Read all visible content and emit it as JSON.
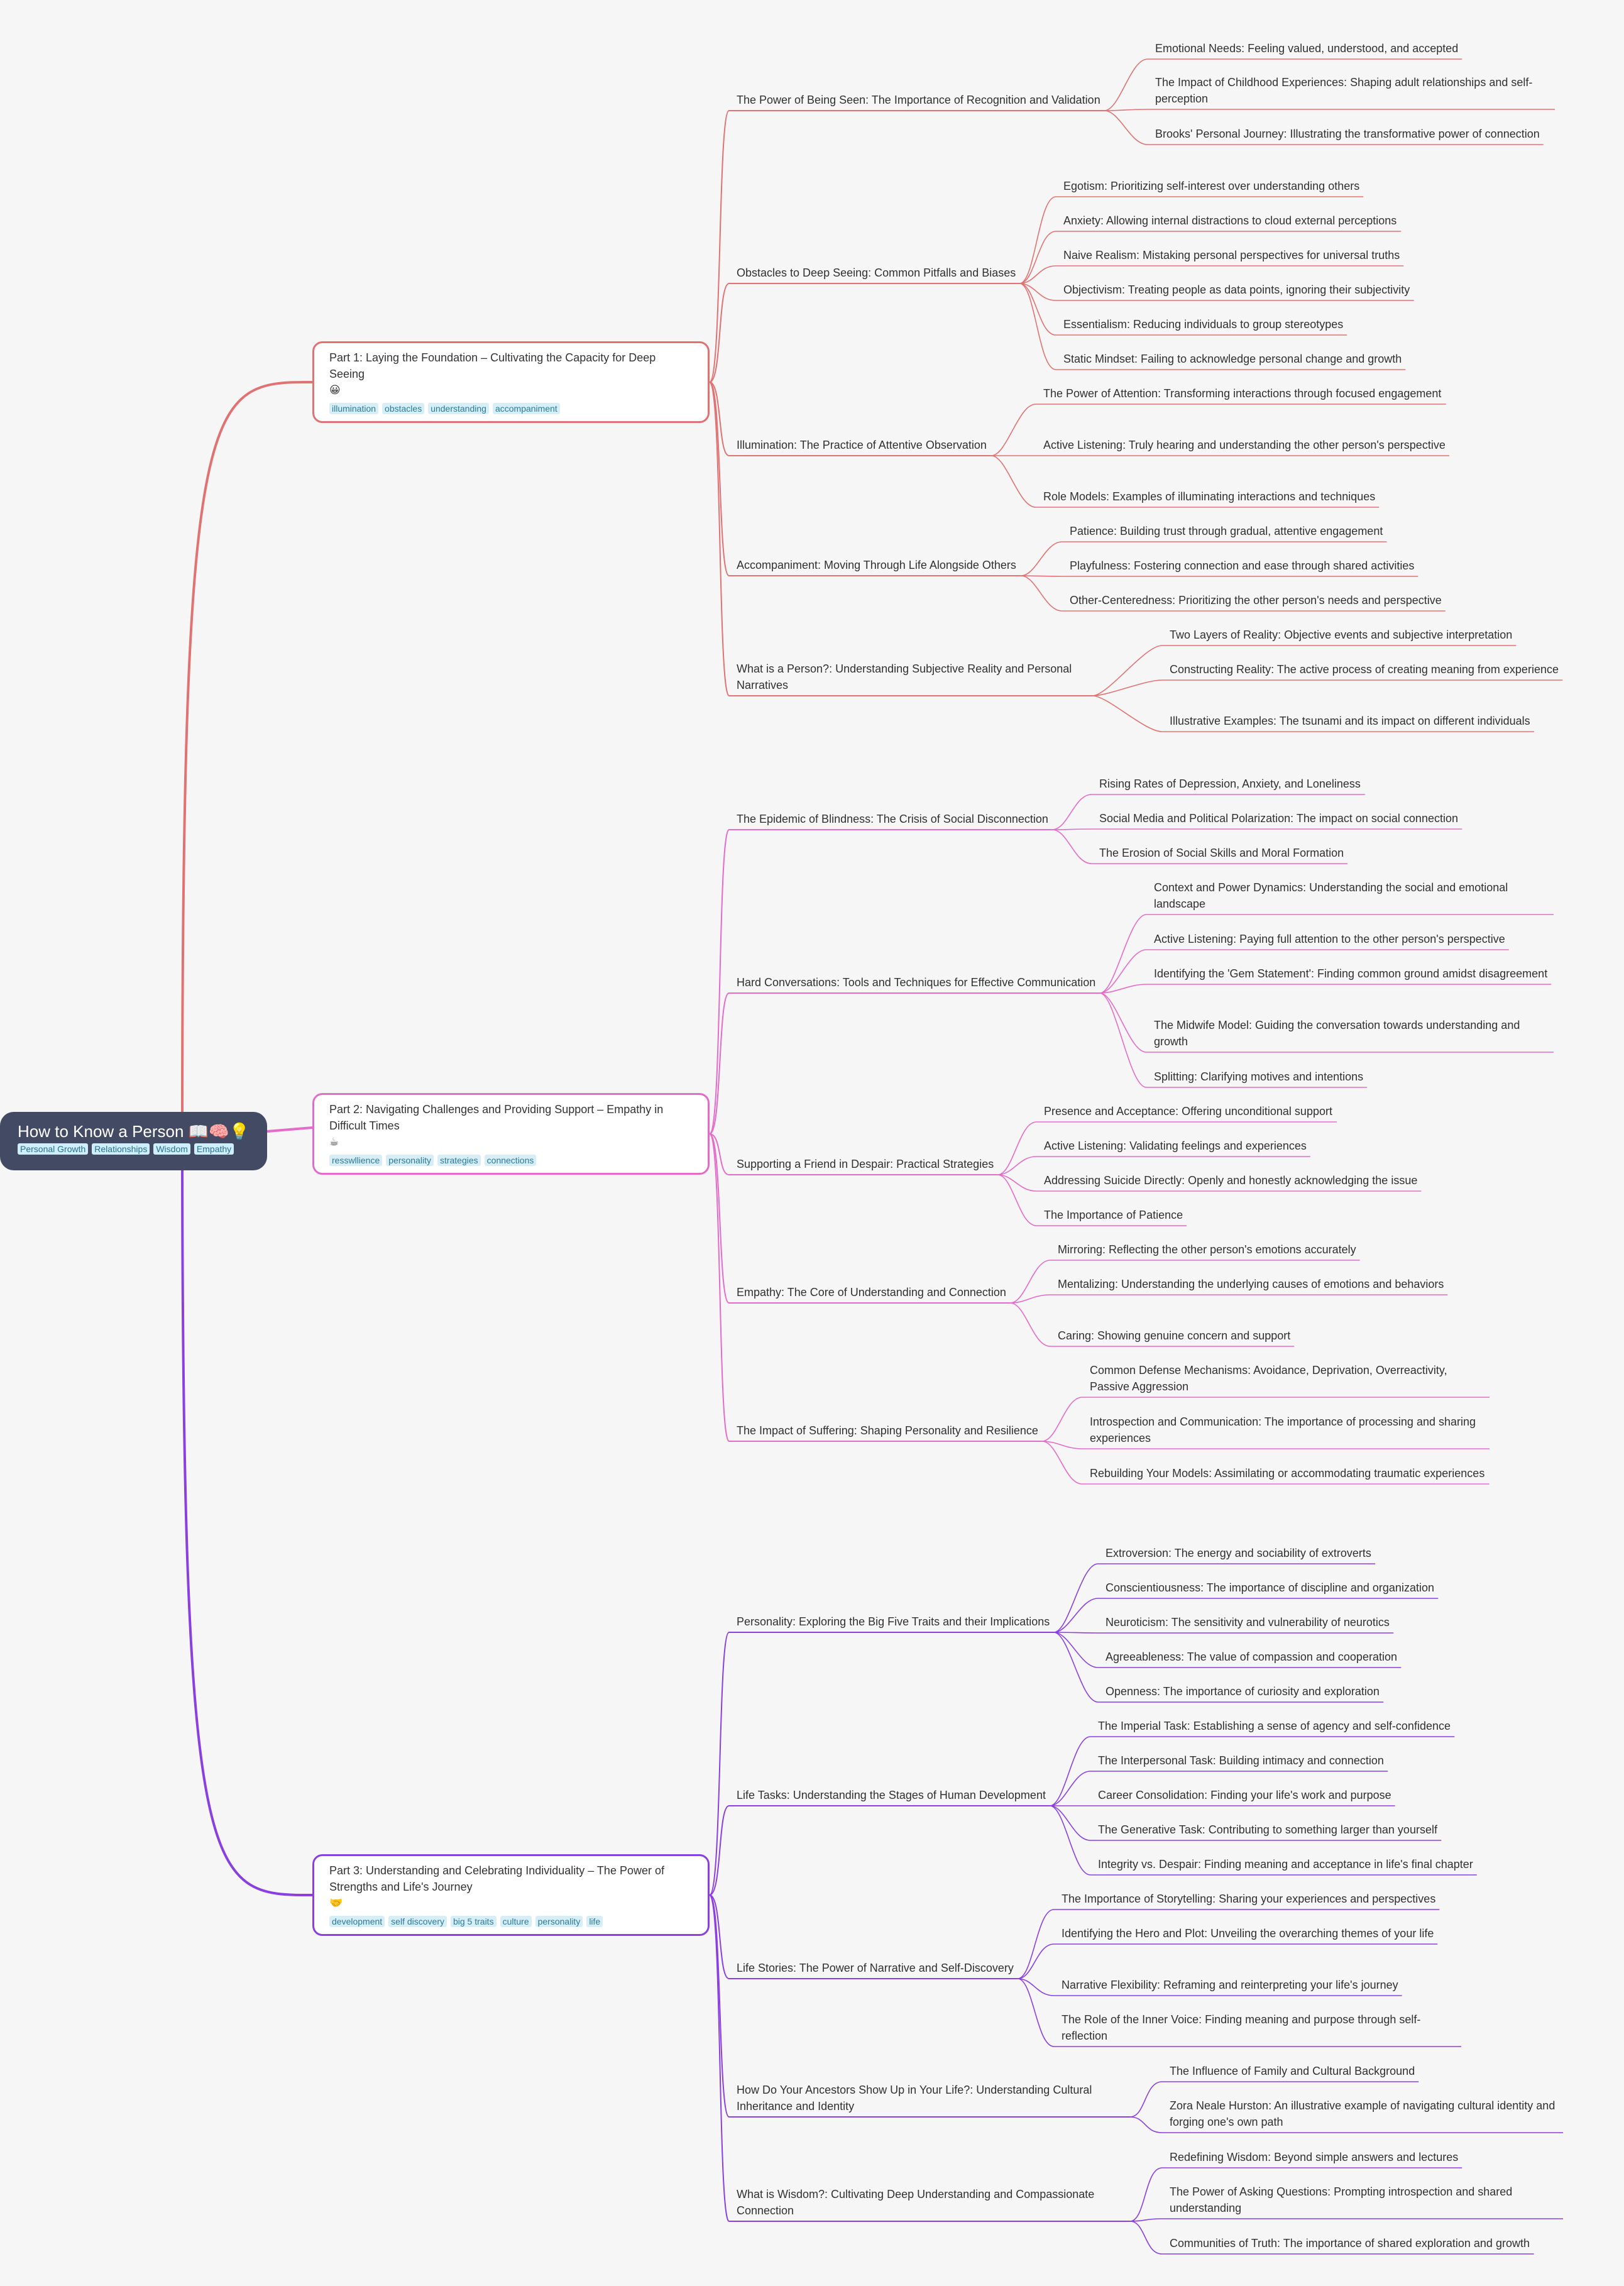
{
  "root": {
    "title": "How to Know a Person 📖🧠💡",
    "tags": [
      "Personal Growth",
      "Relationships",
      "Wisdom",
      "Empathy"
    ]
  },
  "colors": {
    "part1": "#e07272",
    "part2": "#e46cc8",
    "part3": "#8a3fe0",
    "root_bg": "#424a64"
  },
  "parts": [
    {
      "title": "Part 1: Laying the Foundation – Cultivating the Capacity for Deep Seeing",
      "emoji": "😀",
      "tags": [
        "illumination",
        "obstacles",
        "understanding",
        "accompaniment"
      ],
      "topics": [
        {
          "label": "The Power of Being Seen: The Importance of Recognition and Validation",
          "leaves": [
            "Emotional Needs: Feeling valued, understood, and accepted",
            "The Impact of Childhood Experiences: Shaping adult relationships and self-perception",
            "Brooks' Personal Journey: Illustrating the transformative power of connection"
          ]
        },
        {
          "label": "Obstacles to Deep Seeing: Common Pitfalls and Biases",
          "leaves": [
            "Egotism: Prioritizing self-interest over understanding others",
            "Anxiety: Allowing internal distractions to cloud external perceptions",
            "Naive Realism: Mistaking personal perspectives for universal truths",
            "Objectivism: Treating people as data points, ignoring their subjectivity",
            "Essentialism: Reducing individuals to group stereotypes",
            "Static Mindset: Failing to acknowledge personal change and growth"
          ]
        },
        {
          "label": "Illumination: The Practice of Attentive Observation",
          "leaves": [
            "The Power of Attention: Transforming interactions through focused engagement",
            "Active Listening: Truly hearing and understanding the other person's perspective",
            "Role Models: Examples of illuminating interactions and techniques"
          ]
        },
        {
          "label": "Accompaniment: Moving Through Life Alongside Others",
          "leaves": [
            "Patience: Building trust through gradual, attentive engagement",
            "Playfulness: Fostering connection and ease through shared activities",
            "Other-Centeredness: Prioritizing the other person's needs and perspective"
          ]
        },
        {
          "label": "What is a Person?: Understanding Subjective Reality and Personal Narratives",
          "leaves": [
            "Two Layers of Reality: Objective events and subjective interpretation",
            "Constructing Reality: The active process of creating meaning from experience",
            "Illustrative Examples: The tsunami and its impact on different individuals"
          ]
        }
      ]
    },
    {
      "title": "Part 2: Navigating Challenges and Providing Support – Empathy in Difficult Times",
      "emoji": "☕",
      "tags": [
        "resswllience",
        "personality",
        "strategies",
        "connections"
      ],
      "topics": [
        {
          "label": "The Epidemic of Blindness: The Crisis of Social Disconnection",
          "leaves": [
            "Rising Rates of Depression, Anxiety, and Loneliness",
            "Social Media and Political Polarization: The impact on social connection",
            "The Erosion of Social Skills and Moral Formation"
          ]
        },
        {
          "label": "Hard Conversations: Tools and Techniques for Effective Communication",
          "leaves": [
            "Context and Power Dynamics: Understanding the social and emotional landscape",
            "Active Listening: Paying full attention to the other person's perspective",
            "Identifying the 'Gem Statement': Finding common ground amidst disagreement",
            "The Midwife Model: Guiding the conversation towards understanding and growth",
            "Splitting: Clarifying motives and intentions"
          ]
        },
        {
          "label": "Supporting a Friend in Despair: Practical Strategies",
          "leaves": [
            "Presence and Acceptance: Offering unconditional support",
            "Active Listening: Validating feelings and experiences",
            "Addressing Suicide Directly: Openly and honestly acknowledging the issue",
            "The Importance of Patience"
          ]
        },
        {
          "label": "Empathy: The Core of Understanding and Connection",
          "leaves": [
            "Mirroring: Reflecting the other person's emotions accurately",
            "Mentalizing: Understanding the underlying causes of emotions and behaviors",
            "Caring: Showing genuine concern and support"
          ]
        },
        {
          "label": "The Impact of Suffering: Shaping Personality and Resilience",
          "leaves": [
            "Common Defense Mechanisms: Avoidance, Deprivation, Overreactivity, Passive Aggression",
            "Introspection and Communication: The importance of processing and sharing experiences",
            "Rebuilding Your Models: Assimilating or accommodating traumatic experiences"
          ]
        }
      ]
    },
    {
      "title": "Part 3: Understanding and Celebrating Individuality –  The Power of Strengths and Life's Journey",
      "emoji": "🤝",
      "tags": [
        "development",
        "self discovery",
        "big 5 traits",
        "culture",
        "personality",
        "life"
      ],
      "topics": [
        {
          "label": "Personality: Exploring the Big Five Traits and their Implications",
          "leaves": [
            "Extroversion: The energy and sociability of extroverts",
            "Conscientiousness: The importance of discipline and organization",
            "Neuroticism: The sensitivity and vulnerability of neurotics",
            "Agreeableness: The value of compassion and cooperation",
            "Openness: The importance of curiosity and exploration"
          ]
        },
        {
          "label": "Life Tasks: Understanding the Stages of Human Development",
          "leaves": [
            "The Imperial Task: Establishing a sense of agency and self-confidence",
            "The Interpersonal Task: Building intimacy and connection",
            "Career Consolidation: Finding your life's work and purpose",
            "The Generative Task: Contributing to something larger than yourself",
            "Integrity vs. Despair: Finding meaning and acceptance in life's final chapter"
          ]
        },
        {
          "label": "Life Stories: The Power of Narrative and Self-Discovery",
          "leaves": [
            "The Importance of Storytelling: Sharing your experiences and perspectives",
            "Identifying the Hero and Plot: Unveiling the overarching themes of your life",
            "Narrative Flexibility: Reframing and reinterpreting your life's journey",
            "The Role of the Inner Voice: Finding meaning and purpose through self-reflection"
          ]
        },
        {
          "label": "How Do Your Ancestors Show Up in Your Life?: Understanding Cultural Inheritance and Identity",
          "leaves": [
            "The Influence of Family and Cultural Background",
            "Zora Neale Hurston: An illustrative example of navigating cultural identity and forging one's own path"
          ]
        },
        {
          "label": "What is Wisdom?: Cultivating Deep Understanding and Compassionate Connection",
          "leaves": [
            "Redefining Wisdom: Beyond simple answers and lectures",
            "The Power of Asking Questions: Prompting introspection and shared understanding",
            "Communities of Truth: The importance of shared exploration and growth"
          ]
        }
      ]
    }
  ]
}
